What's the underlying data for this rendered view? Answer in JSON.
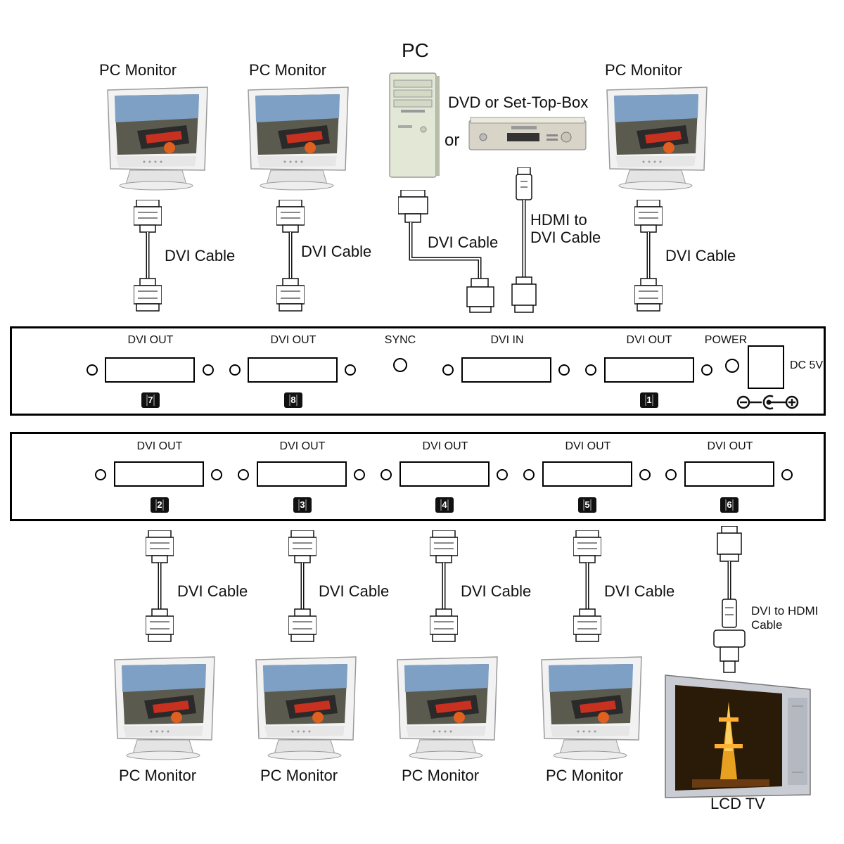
{
  "labels": {
    "pc": "PC",
    "or": "or",
    "dvd": "DVD or Set-Top-Box",
    "pc_monitor": "PC Monitor",
    "dvi_cable": "DVI Cable",
    "hdmi_to_dvi": "HDMI to\nDVI Cable",
    "dvi_to_hdmi": "DVI to HDMI\nCable",
    "lcd_tv": "LCD TV"
  },
  "top_panel": {
    "ports": [
      {
        "label": "DVI OUT",
        "number": "7"
      },
      {
        "label": "DVI OUT",
        "number": "8"
      },
      {
        "label": "DVI IN",
        "number": ""
      },
      {
        "label": "DVI OUT",
        "number": "1"
      }
    ],
    "sync_label": "SYNC",
    "power_label": "POWER",
    "dc_label": "DC 5V"
  },
  "bottom_panel": {
    "ports": [
      {
        "label": "DVI OUT",
        "number": "2"
      },
      {
        "label": "DVI OUT",
        "number": "3"
      },
      {
        "label": "DVI OUT",
        "number": "4"
      },
      {
        "label": "DVI OUT",
        "number": "5"
      },
      {
        "label": "DVI OUT",
        "number": "6"
      }
    ]
  },
  "icons": {
    "monitor": "crt-monitor-icon",
    "pc": "pc-tower-icon",
    "dvd": "dvd-player-icon",
    "dvi": "dvi-connector-icon",
    "hdmi": "hdmi-connector-icon",
    "tv": "lcd-tv-icon",
    "polarity": "dc-polarity-icon"
  },
  "colors": {
    "line": "#111111",
    "monitor_body": "#f2f2f2",
    "screen_sky": "#7ea0c4",
    "screen_track": "#5a5a4e",
    "tv_frame": "#c9ccd2",
    "tower_orange": "#f0b030",
    "pc_body": "#e2e7d6"
  }
}
